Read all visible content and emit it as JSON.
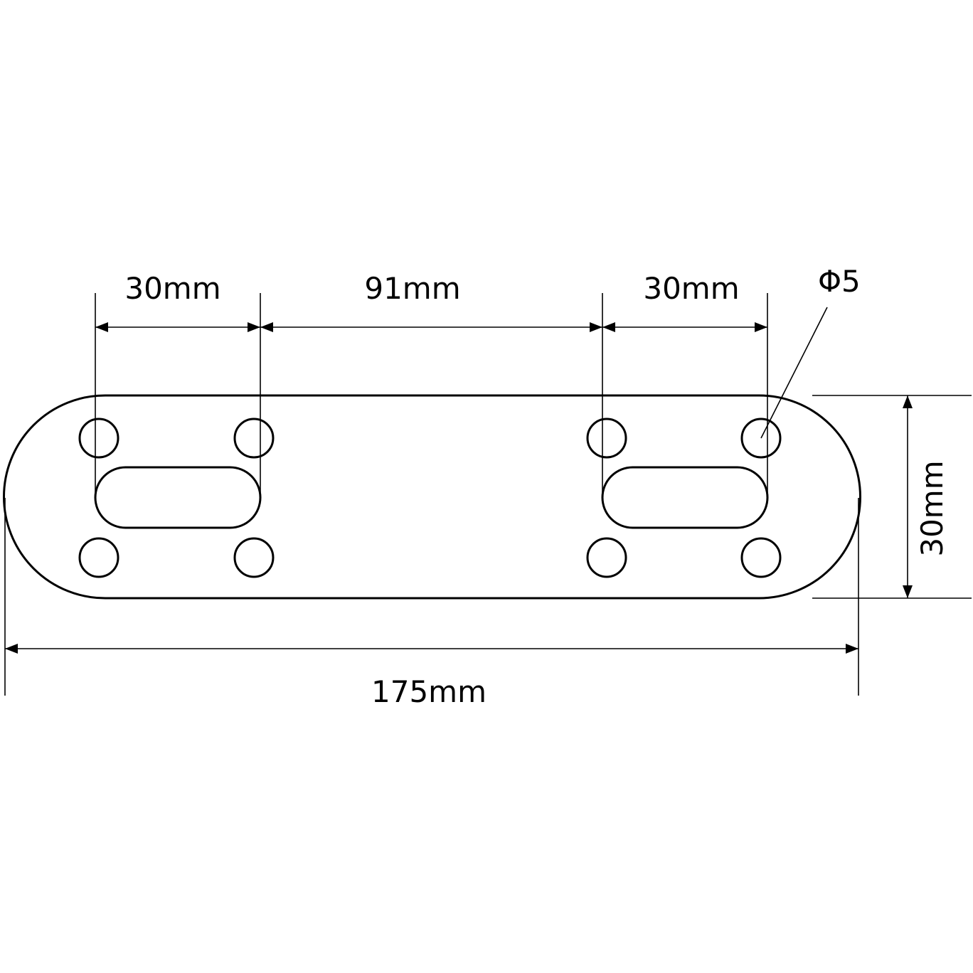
{
  "dimensions": {
    "left_spacing": "30mm",
    "center_spacing": "91mm",
    "right_spacing": "30mm",
    "hole_diameter": "Φ5",
    "plate_width": "30mm",
    "plate_length": "175mm"
  },
  "colors": {
    "line": "#000000",
    "background": "#ffffff"
  }
}
